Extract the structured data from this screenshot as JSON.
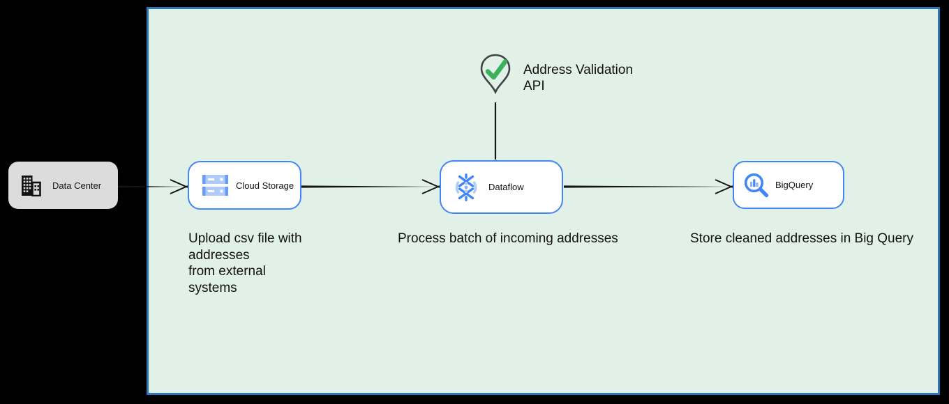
{
  "colors": {
    "canvas_bg": "#000000",
    "panel_fill": "#e2f1e8",
    "panel_border": "#2e75b6",
    "node_border": "#4285f4",
    "node_fill": "#ffffff",
    "data_center_fill": "#dcdcdc",
    "connector": "#141414",
    "text": "#111111",
    "check_green": "#3cb15c",
    "pin_outline": "#3f4347",
    "icon_blue": "#4285f4",
    "icon_blue_light": "#aecbfa",
    "icon_blue_mid": "#669df6"
  },
  "nodes": {
    "data_center": {
      "label": "Data Center"
    },
    "cloud_storage": {
      "label": "Cloud Storage"
    },
    "dataflow": {
      "label": "Dataflow"
    },
    "bigquery": {
      "label": "BigQuery"
    },
    "address_validation": {
      "label": "Address Validation\nAPI"
    }
  },
  "captions": {
    "cloud_storage": "Upload csv file with\naddresses\nfrom external\nsystems",
    "dataflow": "Process batch of incoming addresses",
    "bigquery": "Store cleaned addresses in Big Query"
  }
}
